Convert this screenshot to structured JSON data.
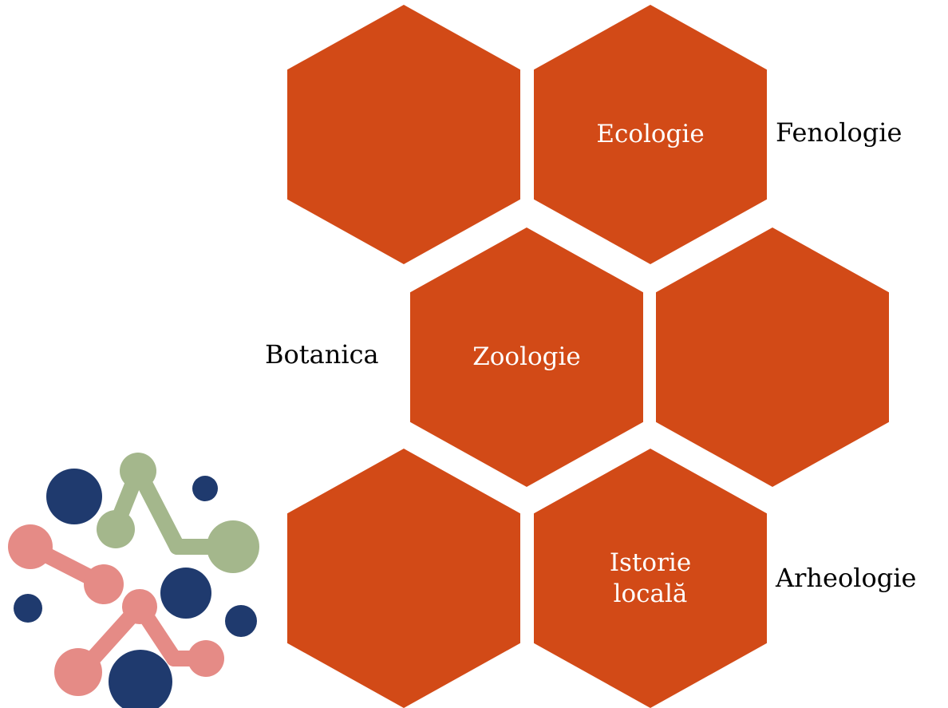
{
  "colors": {
    "hexagon": "#d24a17",
    "hexagon_text": "#ffffff",
    "side_label": "#000000",
    "logo_navy": "#1f3a6e",
    "logo_green": "#a4b78c",
    "logo_pink": "#e58b86"
  },
  "hexagons": [
    {
      "id": "top-left",
      "label": ""
    },
    {
      "id": "top-right",
      "label": "Ecologie"
    },
    {
      "id": "middle-left",
      "label": "Zoologie"
    },
    {
      "id": "middle-right",
      "label": ""
    },
    {
      "id": "bottom-left",
      "label": ""
    },
    {
      "id": "bottom-right",
      "label": "Istorie locală"
    }
  ],
  "side_labels": {
    "fenologie": "Fenologie",
    "botanica": "Botanica",
    "arheologie": "Arheologie"
  },
  "logo": {
    "icon": "molecule-network-logo"
  }
}
